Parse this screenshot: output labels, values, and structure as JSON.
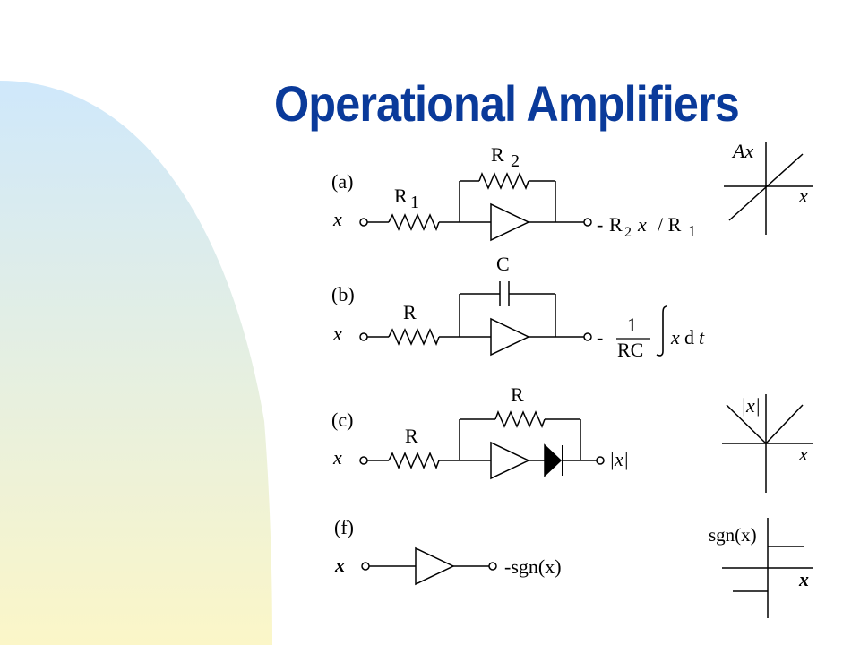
{
  "slide": {
    "title": "Operational Amplifiers",
    "colors": {
      "title": "#0a3a9a",
      "bg_top": "#cfe8fb",
      "bg_bottom": "#fbf6c8"
    }
  },
  "circuit_a": {
    "tag": "(a)",
    "in": "x",
    "r1": "R",
    "r1_sub": "1",
    "r2": "R",
    "r2_sub": "2",
    "out_minus": "-",
    "out_r": "R",
    "out_r_sub": "2",
    "out_x": "x",
    "out_slash": "/ R",
    "out_sub": "1"
  },
  "circuit_b": {
    "tag": "(b)",
    "in": "x",
    "r": "R",
    "c": "C",
    "out_minus": "-",
    "out_num": "1",
    "out_den": "RC",
    "out_x": "x",
    "out_d": "d",
    "out_t": "t"
  },
  "circuit_c": {
    "tag": "(c)",
    "in": "x",
    "r_in": "R",
    "r_fb": "R",
    "out": "|x|"
  },
  "circuit_f": {
    "tag": "(f)",
    "in": "x",
    "out": "-sgn(x)"
  },
  "graph_linear": {
    "ylabel": "Ax",
    "xlabel": "x"
  },
  "graph_abs": {
    "ylabel": "|x|",
    "xlabel": "x"
  },
  "graph_sgn": {
    "ylabel": "sgn(x)",
    "xlabel": "x"
  }
}
